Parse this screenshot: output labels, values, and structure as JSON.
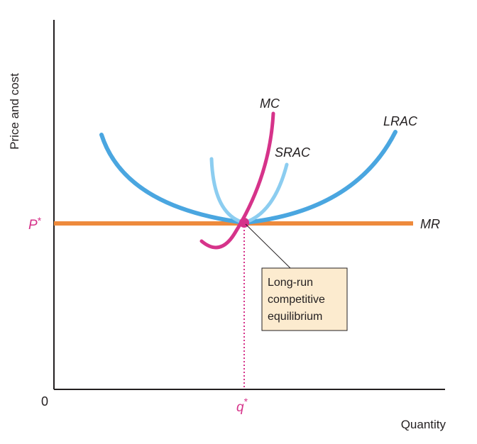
{
  "chart_data": {
    "type": "line",
    "title": "",
    "ylabel": "Price and cost",
    "xlabel": "Quantity",
    "origin_label": "0",
    "p_label": "P",
    "q_label": "q",
    "star": "*",
    "annotation": [
      "Long-run",
      "competitive",
      "equilibrium"
    ],
    "series": [
      {
        "name": "LRAC",
        "color": "#4aa6e0"
      },
      {
        "name": "SRAC",
        "color": "#8ccdf0"
      },
      {
        "name": "MC",
        "color": "#d6338a"
      },
      {
        "name": "MR",
        "color": "#ee8a3c"
      }
    ],
    "colors": {
      "axis": "#231f20",
      "accent": "#d6338a",
      "box_fill": "#fcebcf"
    }
  }
}
